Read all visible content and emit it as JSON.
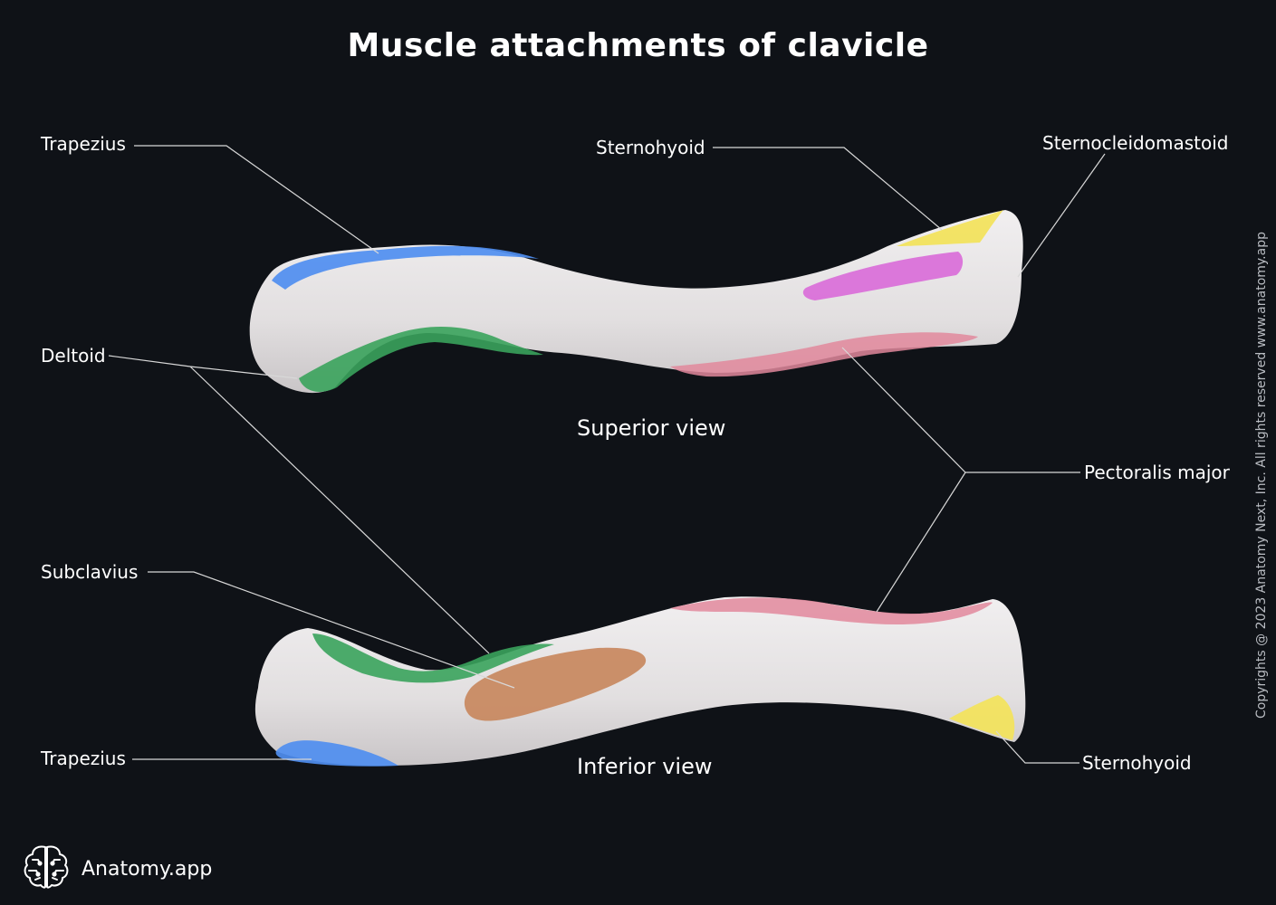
{
  "title": "Muscle attachments of clavicle",
  "views": {
    "superior": "Superior view",
    "inferior": "Inferior view"
  },
  "labels": {
    "trapezius_top": "Trapezius",
    "deltoid": "Deltoid",
    "sternohyoid_top": "Sternohyoid",
    "sternocleidomastoid": "Sternocleidomastoid",
    "pectoralis_major": "Pectoralis major",
    "subclavius": "Subclavius",
    "trapezius_bottom": "Trapezius",
    "sternohyoid_bottom": "Sternohyoid"
  },
  "colors": {
    "background": "#0f1217",
    "bone": "#e4e2e3",
    "trapezius": "#4f8ef0",
    "deltoid": "#3aa35c",
    "sternohyoid": "#f2e35e",
    "sternocleidomastoid": "#d96ad8",
    "pectoralis_major": "#e2889c",
    "subclavius": "#c8885e",
    "leader_line": "#d8d8d8"
  },
  "copyright": "Copyrights @ 2023 Anatomy Next, Inc. All rights reserved www.anatomy.app",
  "brand": {
    "name": "Anatomy.app",
    "icon": "brain-icon"
  }
}
